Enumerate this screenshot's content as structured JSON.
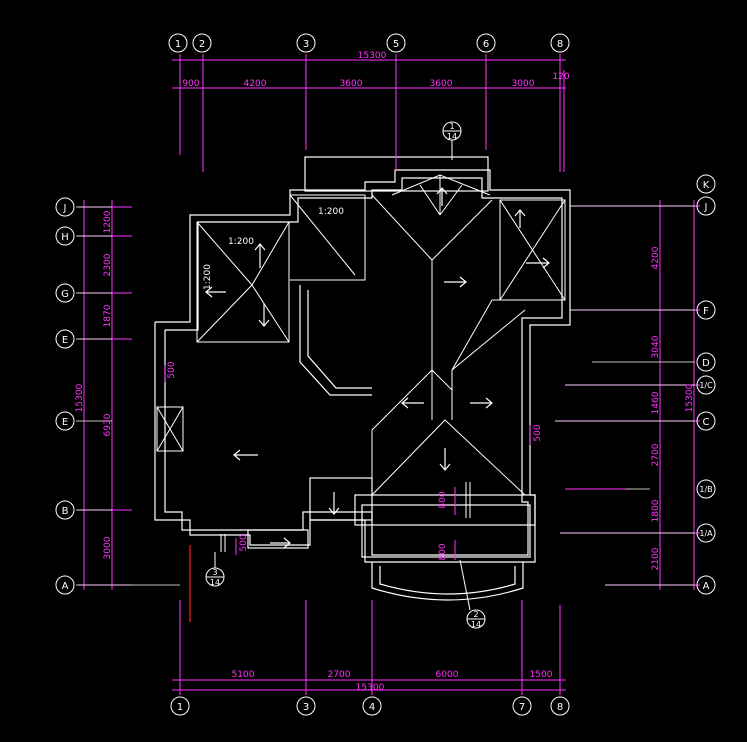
{
  "colors": {
    "background": "#000000",
    "wall": "#ffffff",
    "dimension": "#ff33ff",
    "axis": "#ffffff",
    "accent": "#ff2020"
  },
  "top_axes": {
    "labels": [
      "1",
      "2",
      "3",
      "5",
      "6",
      "8"
    ],
    "overall": "15300",
    "segments": [
      "900",
      "4200",
      "3600",
      "3600",
      "3000"
    ],
    "end_note": "120"
  },
  "bottom_axes": {
    "labels": [
      "1",
      "3",
      "4",
      "7",
      "8"
    ],
    "overall": "15300",
    "segments": [
      "5100",
      "2700",
      "6000",
      "1500"
    ]
  },
  "left_axes": {
    "labels": [
      "J",
      "H",
      "G",
      "E",
      "E",
      "B",
      "A"
    ],
    "overall": "15300",
    "segments": [
      "1200",
      "2300",
      "1870",
      "6930",
      "3000"
    ]
  },
  "right_axes": {
    "labels": [
      "K",
      "J",
      "F",
      "D",
      "1/C",
      "C",
      "1/B",
      "1/A",
      "A"
    ],
    "overall": "15300",
    "segments": [
      "4200",
      "3040",
      "1460",
      "2700",
      "1800",
      "2100"
    ]
  },
  "scale_notes": [
    "1:200",
    "1:200",
    "1:200"
  ],
  "section_markers": [
    {
      "top": "1",
      "bottom": "14"
    },
    {
      "top": "2",
      "bottom": "14"
    },
    {
      "top": "3",
      "bottom": "14"
    }
  ],
  "interior_dims": [
    "500",
    "500",
    "500",
    "800",
    "800"
  ]
}
